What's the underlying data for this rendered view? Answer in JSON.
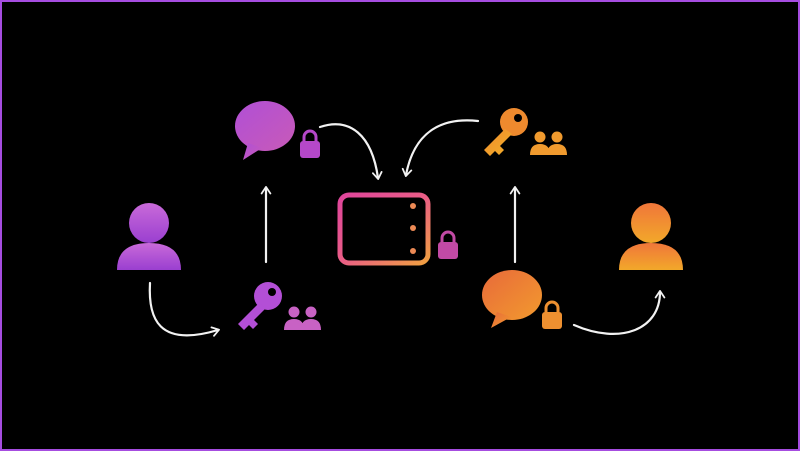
{
  "colors": {
    "background": "#000000",
    "frame_border": "#a64de0",
    "arrow": "#f2f2f2",
    "purple_light": "#c766d8",
    "purple_dark": "#9b3fd2",
    "magenta": "#e0389b",
    "orange_light": "#f07a35",
    "orange_dark": "#f2a52a",
    "lock_purple": "#b548c9",
    "lock_orange": "#ee9030"
  },
  "nodes": [
    {
      "name": "user-left-icon",
      "icon": "person-icon",
      "tone": "purple"
    },
    {
      "name": "chat-left-icon",
      "icon": "speech-bubble-icon",
      "tone": "purple"
    },
    {
      "name": "key-left-icon",
      "icon": "key-icon",
      "tone": "purple"
    },
    {
      "name": "server-icon",
      "icon": "database-server-icon",
      "tone": "gradient"
    },
    {
      "name": "key-right-icon",
      "icon": "key-icon",
      "tone": "orange"
    },
    {
      "name": "chat-right-icon",
      "icon": "speech-bubble-icon",
      "tone": "orange"
    },
    {
      "name": "user-right-icon",
      "icon": "person-icon",
      "tone": "orange"
    }
  ]
}
